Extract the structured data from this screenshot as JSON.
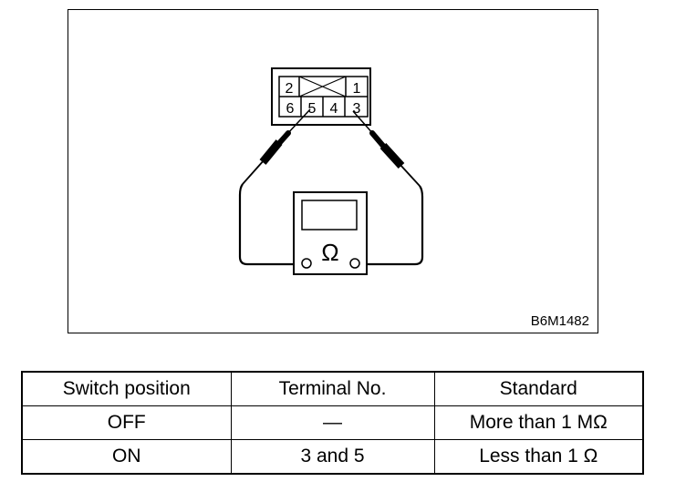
{
  "diagram": {
    "connector": {
      "top_row": [
        "2",
        "1"
      ],
      "bottom_row": [
        "6",
        "5",
        "4",
        "3"
      ]
    },
    "meter": {
      "symbol": "Ω"
    },
    "figure_code": "B6M1482"
  },
  "table": {
    "headers": [
      "Switch position",
      "Terminal No.",
      "Standard"
    ],
    "rows": [
      [
        "OFF",
        "—",
        "More than 1 MΩ"
      ],
      [
        "ON",
        "3 and 5",
        "Less than 1 Ω"
      ]
    ]
  }
}
